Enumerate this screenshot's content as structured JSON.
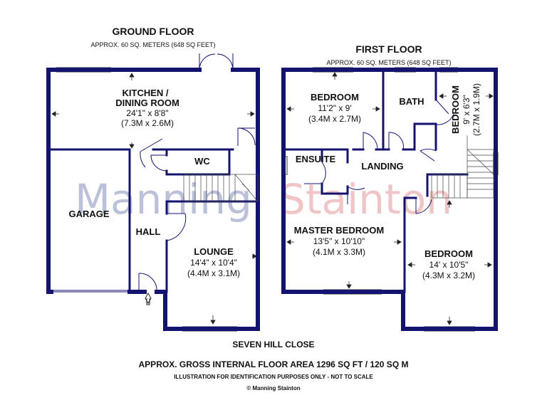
{
  "ground_floor": {
    "title": "GROUND FLOOR",
    "area": "APPROX. 60 SQ. METERS (648 SQ FEET)",
    "rooms": {
      "kitchen": {
        "name_line1": "KITCHEN /",
        "name_line2": "DINING ROOM",
        "dim_imperial": "24'1\" x 8'8\"",
        "dim_metric": "(7.3M x 2.6M)"
      },
      "wc": {
        "name": "WC"
      },
      "garage": {
        "name": "GARAGE"
      },
      "hall": {
        "name": "HALL"
      },
      "lounge": {
        "name": "LOUNGE",
        "dim_imperial": "14'4\" x 10'4\"",
        "dim_metric": "(4.4M x 3.1M)"
      }
    }
  },
  "first_floor": {
    "title": "FIRST FLOOR",
    "area": "APPROX. 60 SQ. METERS (648 SQ FEET)",
    "rooms": {
      "bedroom2": {
        "name": "BEDROOM",
        "dim_imperial": "11'2\" x 9'",
        "dim_metric": "(3.4M x 2.7M)"
      },
      "bath": {
        "name": "BATH"
      },
      "bedroom3": {
        "name": "BEDROOM",
        "dim_imperial": "9' x 6'3\"",
        "dim_metric": "(2.7M x 1.9M)"
      },
      "ensuite": {
        "name": "ENSUITE"
      },
      "landing": {
        "name": "LANDING"
      },
      "master": {
        "name": "MASTER BEDROOM",
        "dim_imperial": "13'5\" x 10'10\"",
        "dim_metric": "(4.1M x 3.3M)"
      },
      "bedroom4": {
        "name": "BEDROOM",
        "dim_imperial": "14' x 10'5\"",
        "dim_metric": "(4.3M x 3.2M)"
      }
    }
  },
  "watermark": {
    "part1": "Manning",
    "part2": "Stainton",
    "color1": "#2c3e8a",
    "color2": "#d04a55"
  },
  "street": "SEVEN HILL CLOSE",
  "gross_area": "APPROX. GROSS INTERNAL FLOOR AREA 1296 SQ FT / 120 SQ M",
  "disclaimer": "ILLUSTRATION FOR IDENTIFICATION PURPOSES ONLY - NOT TO SCALE",
  "copyright": "© Manning Stainton",
  "colors": {
    "wall": "#141470"
  }
}
